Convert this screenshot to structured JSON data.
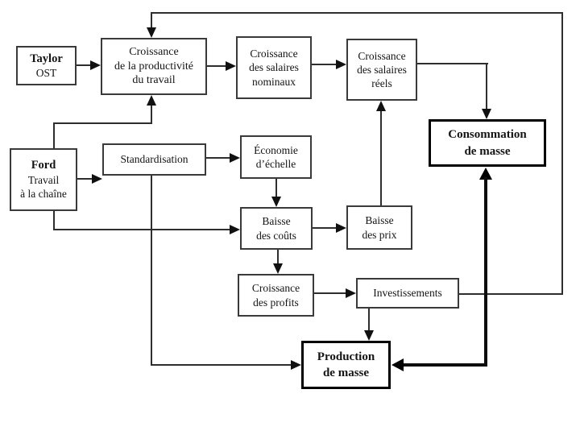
{
  "diagram": {
    "background_color": "#ffffff",
    "line_color": "#2e2e2e",
    "emphasis_border_color": "#000000",
    "nodes": {
      "taylor": {
        "title": "Taylor",
        "subtitle": "OST"
      },
      "productivite": {
        "label": "Croissance\nde la productivité\ndu travail"
      },
      "salaires_nominaux": {
        "label": "Croissance\ndes salaires\nnominaux"
      },
      "salaires_reels": {
        "label": "Croissance\ndes salaires\nréels"
      },
      "consommation": {
        "label": "Consommation\nde masse"
      },
      "ford": {
        "title": "Ford",
        "subtitle": "Travail\nà la chaîne"
      },
      "standardisation": {
        "label": "Standardisation"
      },
      "economie_echelle": {
        "label": "Économie\nd’échelle"
      },
      "baisse_couts": {
        "label": "Baisse\ndes coûts"
      },
      "baisse_prix": {
        "label": "Baisse\ndes prix"
      },
      "croissance_profits": {
        "label": "Croissance\ndes profits"
      },
      "investissements": {
        "label": "Investissements"
      },
      "production": {
        "label": "Production\nde masse"
      }
    },
    "edges": [
      {
        "from": "Taylor OST",
        "to": "Croissance de la productivité du travail"
      },
      {
        "from": "Croissance de la productivité du travail",
        "to": "Croissance des salaires nominaux"
      },
      {
        "from": "Croissance des salaires nominaux",
        "to": "Croissance des salaires réels"
      },
      {
        "from": "Croissance des salaires réels",
        "to": "Consommation de masse"
      },
      {
        "from": "Ford Travail à la chaîne",
        "to": "Croissance de la productivité du travail"
      },
      {
        "from": "Ford Travail à la chaîne",
        "to": "Standardisation"
      },
      {
        "from": "Ford Travail à la chaîne",
        "to": "Baisse des coûts"
      },
      {
        "from": "Standardisation",
        "to": "Économie d’échelle"
      },
      {
        "from": "Standardisation",
        "to": "Production de masse"
      },
      {
        "from": "Économie d’échelle",
        "to": "Baisse des coûts"
      },
      {
        "from": "Baisse des coûts",
        "to": "Baisse des prix"
      },
      {
        "from": "Baisse des coûts",
        "to": "Croissance des profits"
      },
      {
        "from": "Baisse des prix",
        "to": "Croissance des salaires réels"
      },
      {
        "from": "Croissance des profits",
        "to": "Investissements"
      },
      {
        "from": "Investissements",
        "to": "Production de masse"
      },
      {
        "from": "Investissements",
        "to": "Croissance de la productivité du travail"
      },
      {
        "from": "Production de masse",
        "to": "Consommation de masse"
      },
      {
        "from": "Consommation de masse",
        "to": "Production de masse"
      }
    ]
  }
}
